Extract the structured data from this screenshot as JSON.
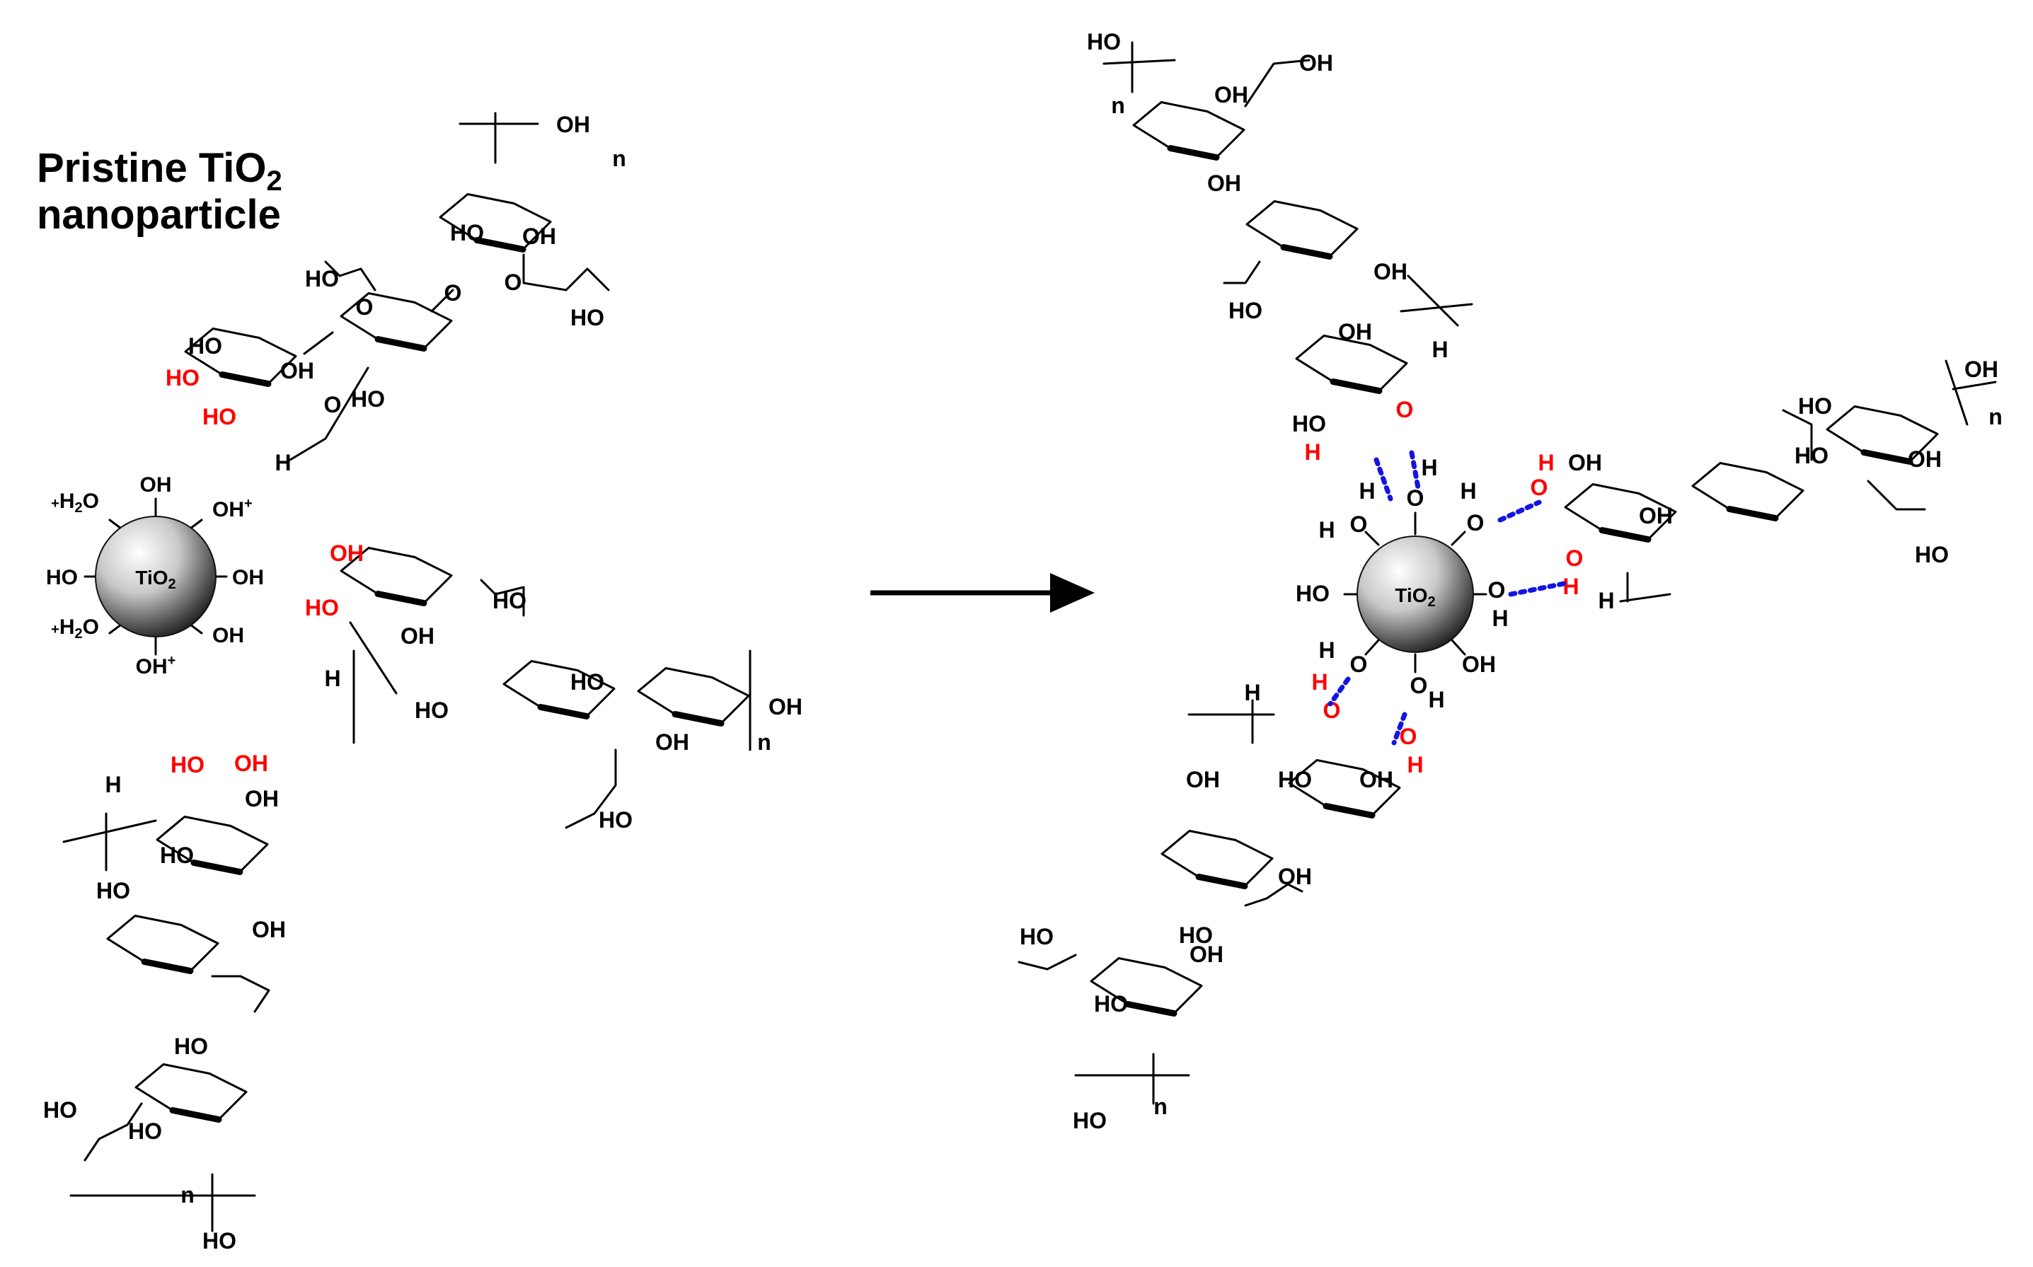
{
  "title": {
    "line1": "Pristine TiO",
    "sub": "2",
    "line2": "nanoparticle"
  },
  "particle_label": {
    "text": "TiO",
    "sub": "2"
  },
  "colors": {
    "highlight": "#ff0000",
    "hbond": "#1414e0",
    "ink": "#000000"
  },
  "pristine_groups": [
    {
      "text": "OH",
      "pre": "",
      "sup": ""
    },
    {
      "text": "OH",
      "pre": "",
      "sup": "+"
    },
    {
      "text": "OH",
      "pre": "",
      "sup": ""
    },
    {
      "text": "OH",
      "pre": "",
      "sup": ""
    },
    {
      "text": "OH",
      "pre": "",
      "sup": "+"
    },
    {
      "text": "H2O",
      "pre": "+",
      "sup": ""
    },
    {
      "text": "HO",
      "pre": "",
      "sup": ""
    },
    {
      "text": "H2O",
      "pre": "+",
      "sup": ""
    }
  ],
  "symbols": {
    "OH": "OH",
    "HO": "HO",
    "O": "O",
    "H": "H",
    "n": "n",
    "plus": "+"
  },
  "arrow": "reaction-arrow"
}
